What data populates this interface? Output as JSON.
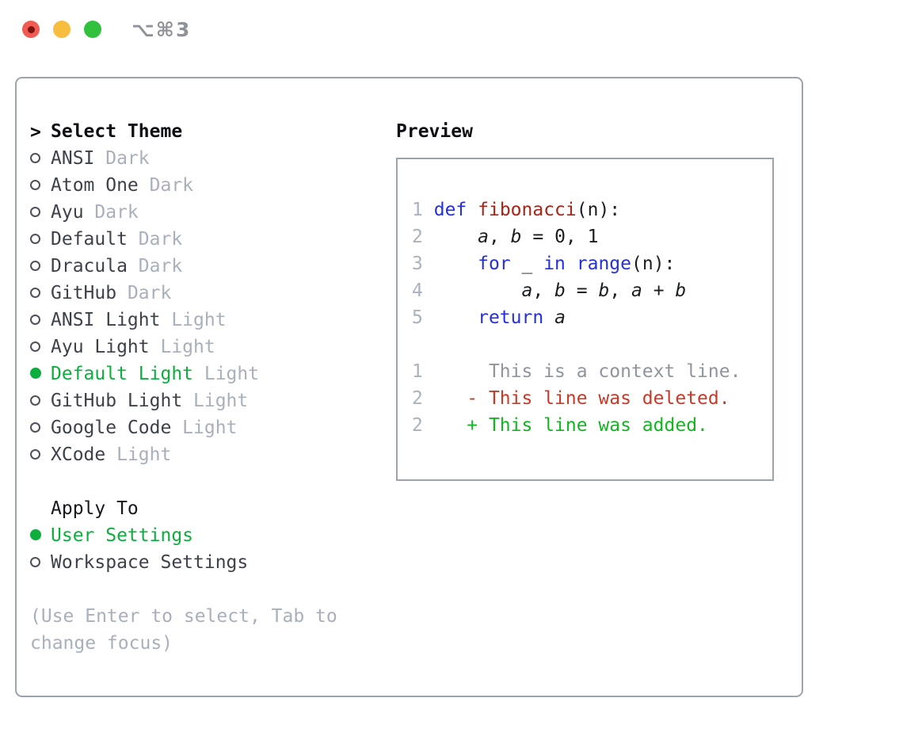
{
  "titlebar": {
    "shortcut": "⌥⌘3"
  },
  "left": {
    "header": {
      "prefix": ">",
      "label": "Select Theme"
    },
    "themes": [
      {
        "name": "ANSI",
        "variant": "Dark",
        "selected": false
      },
      {
        "name": "Atom One",
        "variant": "Dark",
        "selected": false
      },
      {
        "name": "Ayu",
        "variant": "Dark",
        "selected": false
      },
      {
        "name": "Default",
        "variant": "Dark",
        "selected": false
      },
      {
        "name": "Dracula",
        "variant": "Dark",
        "selected": false
      },
      {
        "name": "GitHub",
        "variant": "Dark",
        "selected": false
      },
      {
        "name": "ANSI Light",
        "variant": "Light",
        "selected": false
      },
      {
        "name": "Ayu Light",
        "variant": "Light",
        "selected": false
      },
      {
        "name": "Default Light",
        "variant": "Light",
        "selected": true
      },
      {
        "name": "GitHub Light",
        "variant": "Light",
        "selected": false
      },
      {
        "name": "Google Code",
        "variant": "Light",
        "selected": false
      },
      {
        "name": "XCode",
        "variant": "Light",
        "selected": false
      }
    ],
    "apply_to": {
      "label": "Apply To",
      "options": [
        {
          "name": "User Settings",
          "selected": true
        },
        {
          "name": "Workspace Settings",
          "selected": false
        }
      ]
    },
    "help_lines": [
      "(Use Enter to select, Tab to",
      "change focus)"
    ]
  },
  "preview": {
    "title": "Preview",
    "lines": [
      {
        "no": "1",
        "segs": [
          {
            "t": " "
          },
          {
            "t": "def",
            "c": "kw"
          },
          {
            "t": " "
          },
          {
            "t": "fibonacci",
            "c": "fn"
          },
          {
            "t": "(n):"
          }
        ]
      },
      {
        "no": "2",
        "segs": [
          {
            "t": "     "
          },
          {
            "t": "a",
            "c": "var"
          },
          {
            "t": ", "
          },
          {
            "t": "b",
            "c": "var"
          },
          {
            "t": " = 0, 1"
          }
        ]
      },
      {
        "no": "3",
        "segs": [
          {
            "t": "     "
          },
          {
            "t": "for",
            "c": "kw"
          },
          {
            "t": " _ "
          },
          {
            "t": "in",
            "c": "kw"
          },
          {
            "t": " "
          },
          {
            "t": "range",
            "c": "kw"
          },
          {
            "t": "(n):"
          }
        ]
      },
      {
        "no": "4",
        "segs": [
          {
            "t": "         "
          },
          {
            "t": "a",
            "c": "var"
          },
          {
            "t": ", "
          },
          {
            "t": "b",
            "c": "var"
          },
          {
            "t": " = "
          },
          {
            "t": "b",
            "c": "var"
          },
          {
            "t": ", "
          },
          {
            "t": "a",
            "c": "var"
          },
          {
            "t": " + "
          },
          {
            "t": "b",
            "c": "var"
          }
        ]
      },
      {
        "no": "5",
        "segs": [
          {
            "t": "     "
          },
          {
            "t": "return",
            "c": "kw"
          },
          {
            "t": " "
          },
          {
            "t": "a",
            "c": "var"
          }
        ]
      },
      {
        "no": "",
        "segs": []
      },
      {
        "no": "1",
        "segs": [
          {
            "t": "      This is a context line.",
            "c": "ctx"
          }
        ]
      },
      {
        "no": "2",
        "segs": [
          {
            "t": "    "
          },
          {
            "t": "- This line was deleted.",
            "c": "del"
          }
        ]
      },
      {
        "no": "2",
        "segs": [
          {
            "t": "    "
          },
          {
            "t": "+ This line was added.",
            "c": "add"
          }
        ]
      }
    ]
  },
  "colors": {
    "accent_green": "#0cae3e",
    "item_text": "#3c424a",
    "section_text": "#15181c",
    "header_text": "#0b0e12",
    "dim_text": "#a7b0bb",
    "border": "#9aa3ae",
    "ring": "#4d525a",
    "line_number": "#a9b2bd",
    "code_keyword": "#2430df",
    "code_function": "#a82418",
    "code_text": "#1a1d21",
    "code_context": "#8e959d",
    "diff_deleted": "#c63a28",
    "diff_added": "#14b422",
    "traffic_red": "#f05c54",
    "traffic_red_dot": "#7c1310",
    "traffic_yellow": "#f6bd3e",
    "traffic_green": "#32c13c",
    "shortcut_text": "#8f9399"
  }
}
